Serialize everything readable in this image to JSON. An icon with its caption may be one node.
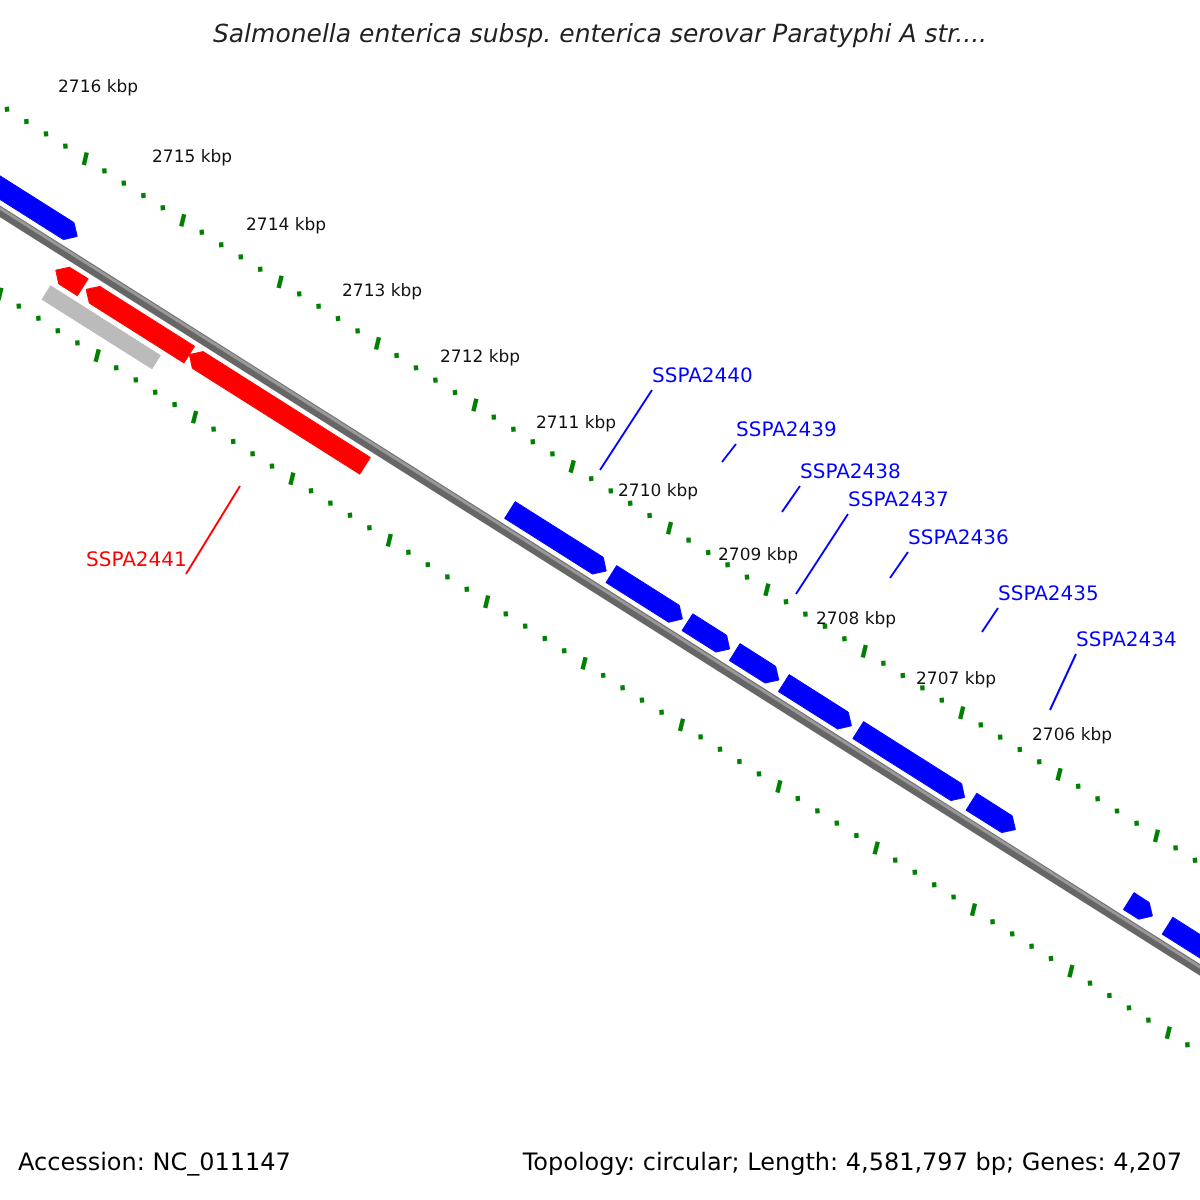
{
  "diagram": {
    "title": "Salmonella enterica subsp. enterica serovar Paratyphi A str....",
    "nodes": [
      {
        "text": [
          "SSPA2440"
        ]
      },
      {
        "text": [
          "SSPA2439"
        ]
      },
      {
        "text": [
          "SSPA2438"
        ]
      },
      {
        "text": [
          "SSPA2437"
        ]
      },
      {
        "text": [
          "SSPA2436"
        ]
      },
      {
        "text": [
          "SSPA2441"
        ]
      },
      {
        "text": [
          "SSPA2435"
        ]
      },
      {
        "text": [
          "SSPA2434"
        ]
      }
    ],
    "edges": [
      {
        "from": 0,
        "to": null,
        "arrow": "none"
      },
      {
        "from": 1,
        "to": null,
        "arrow": "none"
      },
      {
        "from": 2,
        "to": null,
        "arrow": "none"
      },
      {
        "from": 3,
        "to": null,
        "arrow": "none"
      },
      {
        "from": 4,
        "to": null,
        "arrow": "none"
      },
      {
        "from": 5,
        "to": null,
        "arrow": "none",
        "color": "#ff0000"
      },
      {
        "from": 6,
        "to": null,
        "arrow": "none"
      },
      {
        "from": 7,
        "to": null,
        "arrow": "none"
      }
    ],
    "labels": [
      "2716 kbp",
      "2715 kbp",
      "2714 kbp",
      "2713 kbp",
      "2712 kbp",
      "2711 kbp",
      "2710 kbp",
      "2709 kbp",
      "2708 kbp",
      "2707 kbp",
      "2706 kbp",
      "Accession: NC_011147",
      "Topology: circular; Length: 4,581,797 bp; Genes: 4,207"
    ]
  }
}
